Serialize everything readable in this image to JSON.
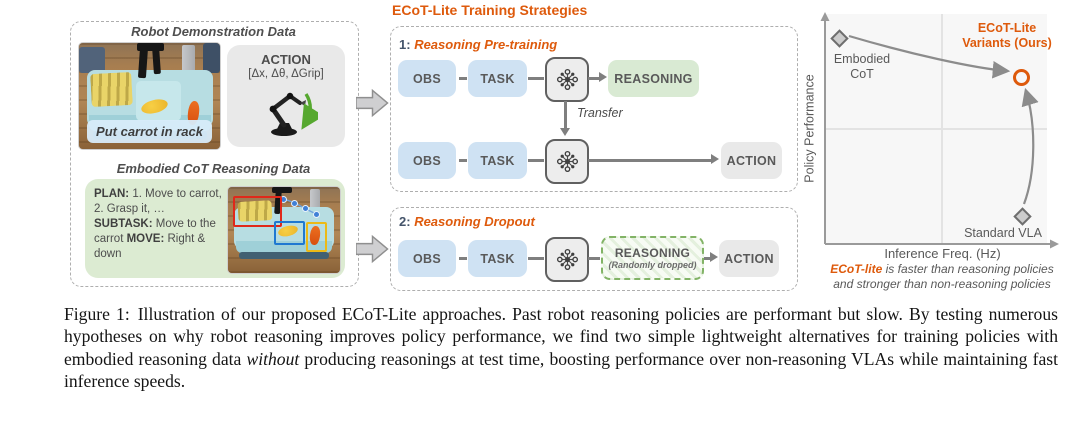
{
  "colors": {
    "accent_orange": "#DE5A0C",
    "flow_blue": "#CFE2F3",
    "flow_green": "#D9EAD3",
    "flow_gray": "#E9E9E9",
    "text_gray": "#595959"
  },
  "demo_panel": {
    "title": "Robot Demonstration Data",
    "photo_caption": "Put carrot in rack",
    "action_title": "ACTION",
    "action_formula": "[Δx, Δθ, ΔGrip]"
  },
  "reasoning_panel": {
    "title": "Embodied CoT Reasoning Data",
    "plan_label": "PLAN:",
    "plan_text": " 1. Move to carrot, 2. Grasp it, … ",
    "subtask_label": "SUBTASK:",
    "subtask_text": " Move to the carrot ",
    "move_label": "MOVE:",
    "move_text": " Right & down"
  },
  "strategies": {
    "title": "ECoT-Lite Training Strategies",
    "strategy1_num": "1:",
    "strategy1_name": "Reasoning Pre-training",
    "strategy2_num": "2:",
    "strategy2_name": "Reasoning Dropout",
    "transfer_label": "Transfer",
    "flow": {
      "obs": "OBS",
      "task": "TASK",
      "reasoning": "REASONING",
      "action": "ACTION",
      "randomly_dropped": "(Randomly dropped)"
    }
  },
  "chart": {
    "ylabel": "Policy Performance",
    "xlabel": "Inference Freq. (Hz)",
    "point1_line1": "Embodied",
    "point1_line2": "CoT",
    "point2_line1": "ECoT-Lite",
    "point2_line2": "Variants (Ours)",
    "point3_label": "Standard VLA",
    "note_highlight": "ECoT-lite",
    "note_line1_rest": " is faster than reasoning policies",
    "note_line2": "and stronger than non-reasoning policies"
  },
  "chart_data": {
    "type": "scatter",
    "xlabel": "Inference Freq. (Hz)",
    "ylabel": "Policy Performance",
    "axes_numeric": false,
    "grid": "quadrant gridlines, no tick labels",
    "points": [
      {
        "label": "Embodied CoT",
        "x_rel": 0.08,
        "y_rel": 0.89,
        "marker": "diamond",
        "color": "#808080"
      },
      {
        "label": "ECoT-Lite Variants (Ours)",
        "x_rel": 0.88,
        "y_rel": 0.72,
        "marker": "open-circle",
        "color": "#DE5A0C"
      },
      {
        "label": "Standard VLA",
        "x_rel": 0.88,
        "y_rel": 0.12,
        "marker": "diamond",
        "color": "#808080"
      }
    ],
    "arrows": [
      {
        "from": "Embodied CoT",
        "to": "ECoT-Lite Variants (Ours)"
      },
      {
        "from": "Standard VLA",
        "to": "ECoT-Lite Variants (Ours)"
      }
    ],
    "legend": "none"
  },
  "figure_caption": {
    "label": "Figure 1:",
    "body_part1": "Illustration of our proposed ECoT-Lite approaches. Past robot reasoning policies are performant but slow. By testing numerous hypotheses on why robot reasoning improves policy performance, we find two simple lightweight alternatives for training policies with embodied reasoning data ",
    "body_italic": "without",
    "body_part2": " producing reasonings at test time, boosting performance over non-reasoning VLAs while maintaining fast inference speeds."
  }
}
